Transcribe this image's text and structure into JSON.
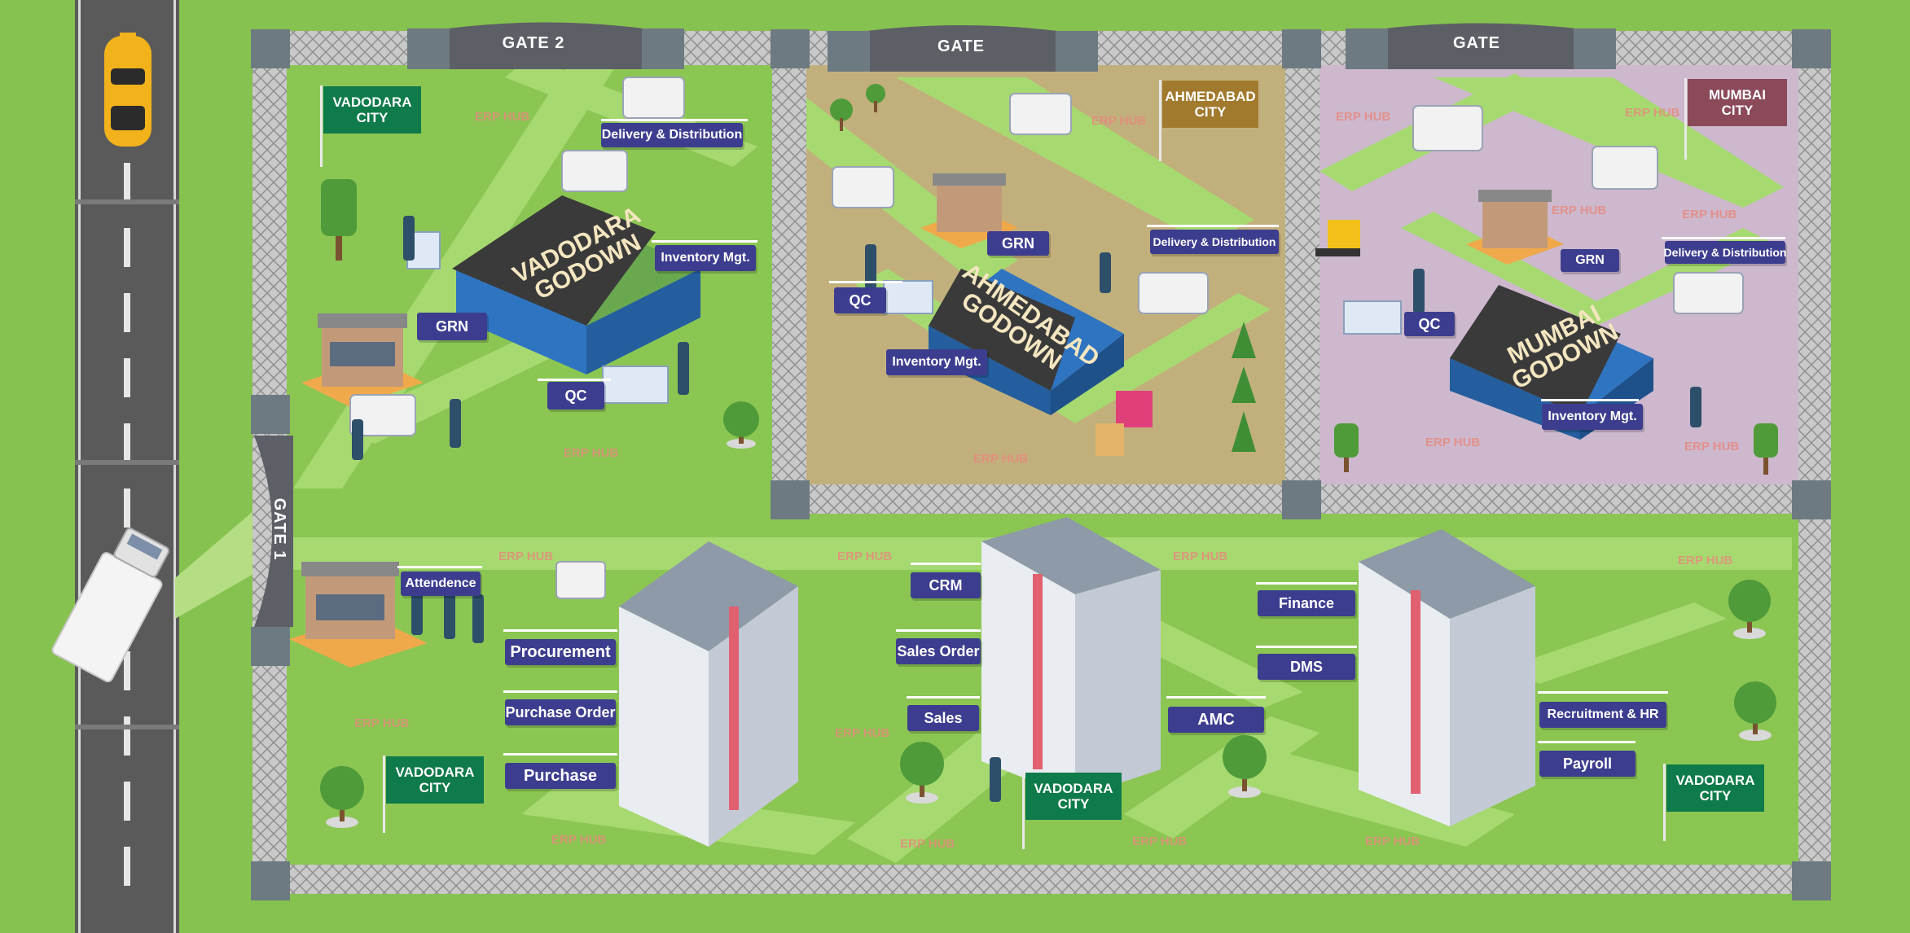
{
  "gates": {
    "gate1": "GATE 1",
    "gate2": "GATE 2",
    "gate_ahmedabad": "GATE",
    "gate_mumbai": "GATE"
  },
  "flags": {
    "vadodara_warehouse": "VADODARA\nCITY",
    "ahmedabad_warehouse": "AHMEDABAD\nCITY",
    "mumbai_warehouse": "MUMBAI\nCITY",
    "vadodara_office_left": "VADODARA\nCITY",
    "vadodara_office_center": "VADODARA\nCITY",
    "vadodara_office_right": "VADODARA\nCITY"
  },
  "vadodara_warehouse": {
    "godown": "VADODARA\nGODOWN",
    "delivery": "Delivery & Distribution",
    "inventory": "Inventory Mgt.",
    "grn": "GRN",
    "qc": "QC"
  },
  "ahmedabad_warehouse": {
    "godown": "AHMEDABAD\nGODOWN",
    "grn": "GRN",
    "delivery": "Delivery & Distribution",
    "qc": "QC",
    "inventory": "Inventory Mgt."
  },
  "mumbai_warehouse": {
    "godown": "MUMBAI\nGODOWN",
    "grn": "GRN",
    "delivery": "Delivery & Distribution",
    "qc": "QC",
    "inventory": "Inventory Mgt."
  },
  "office": {
    "attendence": "Attendence",
    "procurement": "Procurement",
    "purchase_order": "Purchase Order",
    "purchase": "Purchase",
    "crm": "CRM",
    "sales_order": "Sales Order",
    "sales": "Sales",
    "amc": "AMC",
    "finance": "Finance",
    "dms": "DMS",
    "recruitment_hr": "Recruitment & HR",
    "payroll": "Payroll"
  },
  "watermark": "ERP HUB",
  "colors": {
    "grass": "#86c24f",
    "road": "#5a5a5a",
    "path": "#a7d971",
    "label_bg": "#3d3d8f",
    "vadodara_flag": "#0f7a4a",
    "ahmedabad_flag": "#a27a2e",
    "mumbai_flag": "#8a4a5a",
    "ahmedabad_ground": "#c2b07c",
    "mumbai_ground": "#cdb8cd",
    "godown_wall": "#2f74c0",
    "godown_roof": "#3a3a3a"
  }
}
